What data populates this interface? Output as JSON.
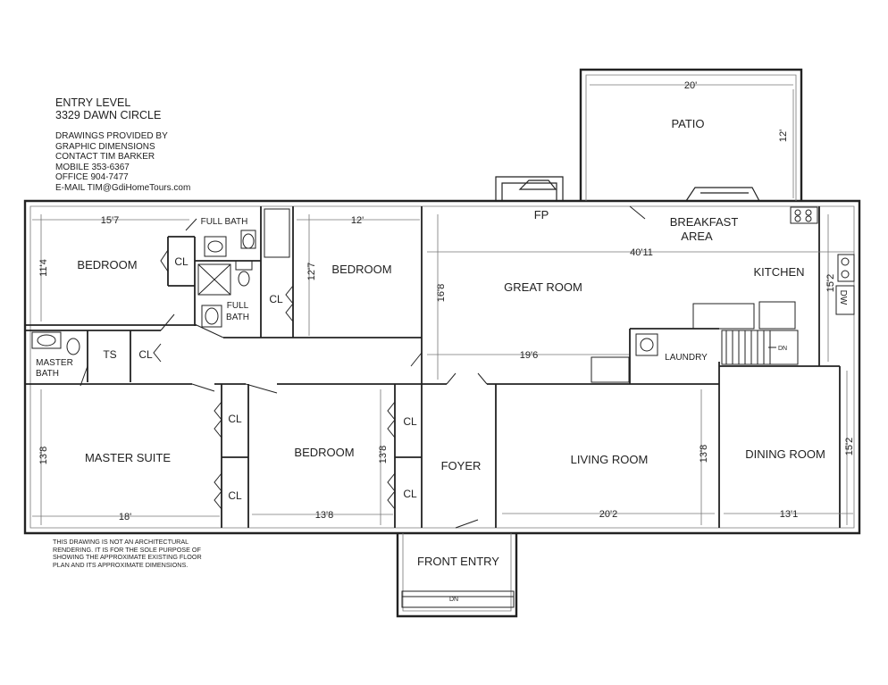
{
  "header": {
    "title_line1": "ENTRY LEVEL",
    "title_line2": "3329 DAWN CIRCLE",
    "credits": [
      "DRAWINGS PROVIDED BY",
      "GRAPHIC DIMENSIONS",
      "CONTACT TIM BARKER",
      "MOBILE 353-6367",
      "OFFICE 904-7477",
      "E-MAIL TIM@GdiHomeTours.com"
    ]
  },
  "disclaimer": [
    "THIS DRAWING IS NOT AN ARCHITECTURAL",
    "RENDERING. IT IS FOR THE SOLE PURPOSE OF",
    "SHOWING THE APPROXIMATE EXISTING FLOOR",
    "PLAN AND ITS APPROXIMATE  DIMENSIONS."
  ],
  "rooms": {
    "patio": "PATIO",
    "fp": "FP",
    "breakfast_1": "BREAKFAST",
    "breakfast_2": "AREA",
    "kitchen": "KITCHEN",
    "great_room": "GREAT ROOM",
    "laundry": "LAUNDRY",
    "bedroom_nw": "BEDROOM",
    "bedroom_n": "BEDROOM",
    "bedroom_s": "BEDROOM",
    "full_bath_top": "FULL BATH",
    "full_bath_mid_1": "FULL",
    "full_bath_mid_2": "BATH",
    "master_bath_1": "MASTER",
    "master_bath_2": "BATH",
    "ts": "TS",
    "master_suite": "MASTER SUITE",
    "foyer": "FOYER",
    "living_room": "LIVING ROOM",
    "dining_room": "DINING ROOM",
    "front_entry": "FRONT ENTRY",
    "closet": "CL",
    "dn": "DN",
    "dw": "DW"
  },
  "dimensions": {
    "patio_w": "20'",
    "patio_d": "12'",
    "bed_nw_w": "15'7",
    "bed_nw_d": "11'4",
    "bed_n_w": "12'",
    "bed_n_d": "12'7",
    "great_w": "40'11",
    "great_d": "16'8",
    "great_inner": "19'6",
    "kitchen_d": "15'2",
    "master_d": "13'8",
    "master_w": "18'",
    "bed_s_w": "13'8",
    "bed_s_d": "13'8",
    "living_w": "20'2",
    "living_d": "13'8",
    "dining_w": "13'1",
    "dining_d": "15'2"
  }
}
